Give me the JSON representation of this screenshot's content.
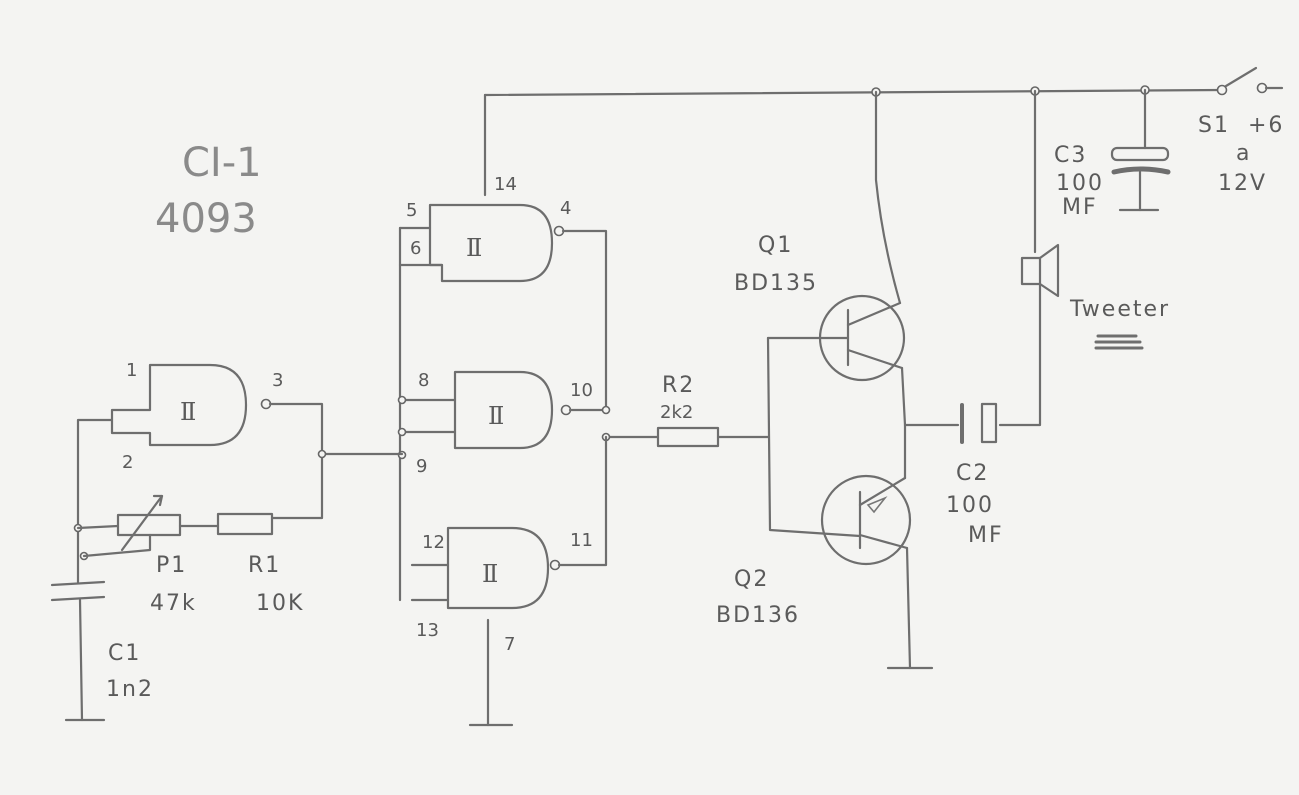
{
  "ic": {
    "name": "CI-1",
    "part": "4093"
  },
  "gates": {
    "g1": {
      "in_a": "1",
      "in_b": "2",
      "out": "3"
    },
    "g2": {
      "in_a": "5",
      "in_b": "6",
      "out": "4",
      "vdd": "14"
    },
    "g3": {
      "in_a": "8",
      "in_b": "9",
      "out": "10"
    },
    "g4": {
      "in_a": "12",
      "in_b": "13",
      "out": "11",
      "vss": "7"
    },
    "schmitt_symbol": "Ⅱ"
  },
  "components": {
    "p1": {
      "ref": "P1",
      "value": "47k"
    },
    "r1": {
      "ref": "R1",
      "value": "10K"
    },
    "c1": {
      "ref": "C1",
      "value": "1n2"
    },
    "r2": {
      "ref": "R2",
      "value": "2k2"
    },
    "q1": {
      "ref": "Q1",
      "value": "BD135"
    },
    "q2": {
      "ref": "Q2",
      "value": "BD136"
    },
    "c2": {
      "ref": "C2",
      "value_a": "100",
      "value_b": "MF"
    },
    "c3": {
      "ref": "C3",
      "value_a": "100",
      "value_b": "MF"
    },
    "speaker": {
      "label": "Tweeter"
    },
    "s1": {
      "ref": "S1",
      "supply_a": "+6",
      "supply_b": "a",
      "supply_c": "12V"
    }
  }
}
